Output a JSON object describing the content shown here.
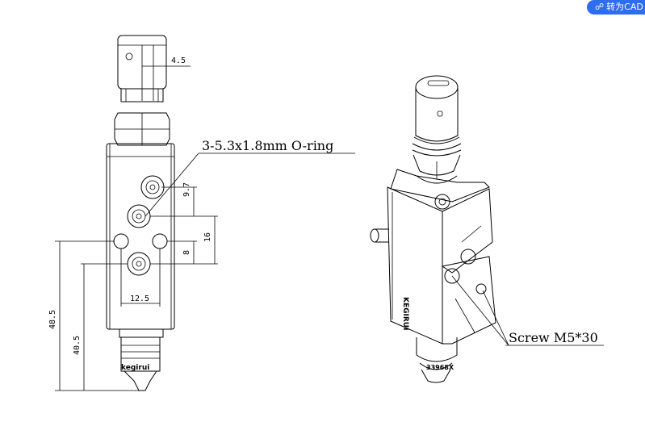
{
  "toolbar": {
    "convert_cad_label": "转为CAD",
    "convert_icon": "link-icon"
  },
  "drawing": {
    "dims": {
      "top_width": "4.5",
      "v1": "9.7",
      "v2": "16",
      "v3": "8",
      "h1": "12.5",
      "height_total": "48.5",
      "height_inner": "40.5"
    },
    "callouts": {
      "oring": "3-5.3x1.8mm O-ring",
      "screw": "Screw M5*30"
    },
    "brand_left": "kegirui",
    "brand_right": "KEGIRUI",
    "part_number": "33968X"
  }
}
